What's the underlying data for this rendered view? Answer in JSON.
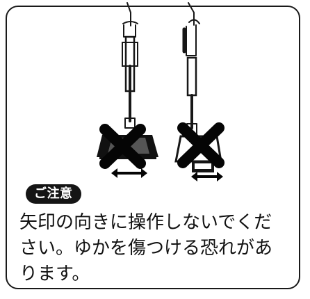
{
  "caution": {
    "title": "ご注意",
    "lines": [
      "矢印の向きに操作しないでくだ",
      "さい。ゆかを傷つける恐れがあ",
      "ります。"
    ]
  },
  "illustration": {
    "left_panel": "vacuum-with-x",
    "right_panel": "vacuum-with-x"
  },
  "colors": {
    "ink": "#171717",
    "badge_bg": "#151515",
    "paper": "#ffffff"
  },
  "icons": {
    "prohibited_icon": "x-mark",
    "direction_icon": "double-arrow"
  }
}
